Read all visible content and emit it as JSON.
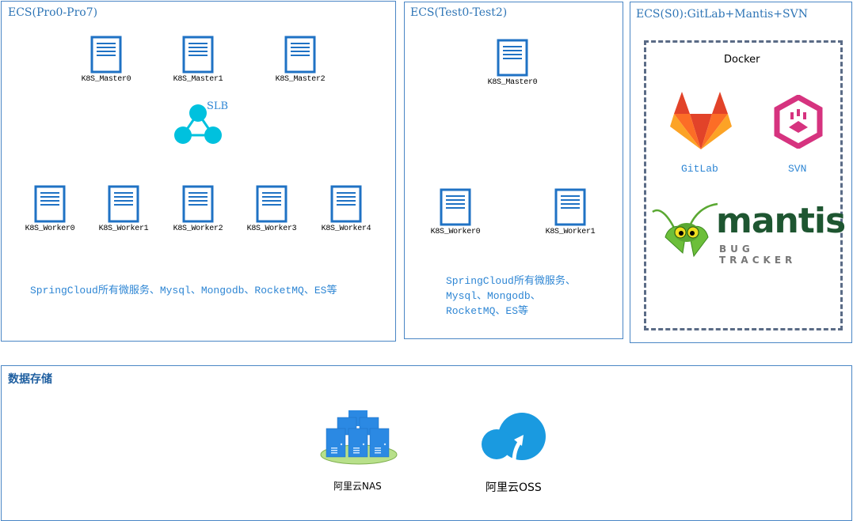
{
  "prod": {
    "title": "ECS(Pro0-Pro7)",
    "masters": [
      "K8S_Master0",
      "K8S_Master1",
      "K8S_Master2"
    ],
    "slb_label": "SLB",
    "workers": [
      "K8S_Worker0",
      "K8S_Worker1",
      "K8S_Worker2",
      "K8S_Worker3",
      "K8S_Worker4"
    ],
    "description": "SpringCloud所有微服务、Mysql、Mongodb、RocketMQ、ES等"
  },
  "test": {
    "title": "ECS(Test0-Test2)",
    "master": "K8S_Master0",
    "workers": [
      "K8S_Worker0",
      "K8S_Worker1"
    ],
    "description_lines": [
      "SpringCloud所有微服务、",
      "Mysql、Mongodb、",
      "RocketMQ、ES等"
    ]
  },
  "tools": {
    "title": "ECS(S0):GitLab+Mantis+SVN",
    "docker_label": "Docker",
    "gitlab_label": "GitLab",
    "svn_label": "SVN",
    "mantis_word": "mantis",
    "mantis_sub": "BUG TRACKER"
  },
  "storage": {
    "title": "数据存储",
    "nas_label": "阿里云NAS",
    "oss_label": "阿里云OSS"
  },
  "colors": {
    "border": "#4a86c5",
    "accent": "#2e86d4",
    "connector": "#6db3f2",
    "arrow": "#2e8be6",
    "server": "#1f72c4",
    "slb": "#00c1de",
    "gitlab_orange": "#e24329",
    "svn_pink": "#d6337f",
    "mantis_green": "#1e5631",
    "oss_blue": "#1a9ae0"
  }
}
